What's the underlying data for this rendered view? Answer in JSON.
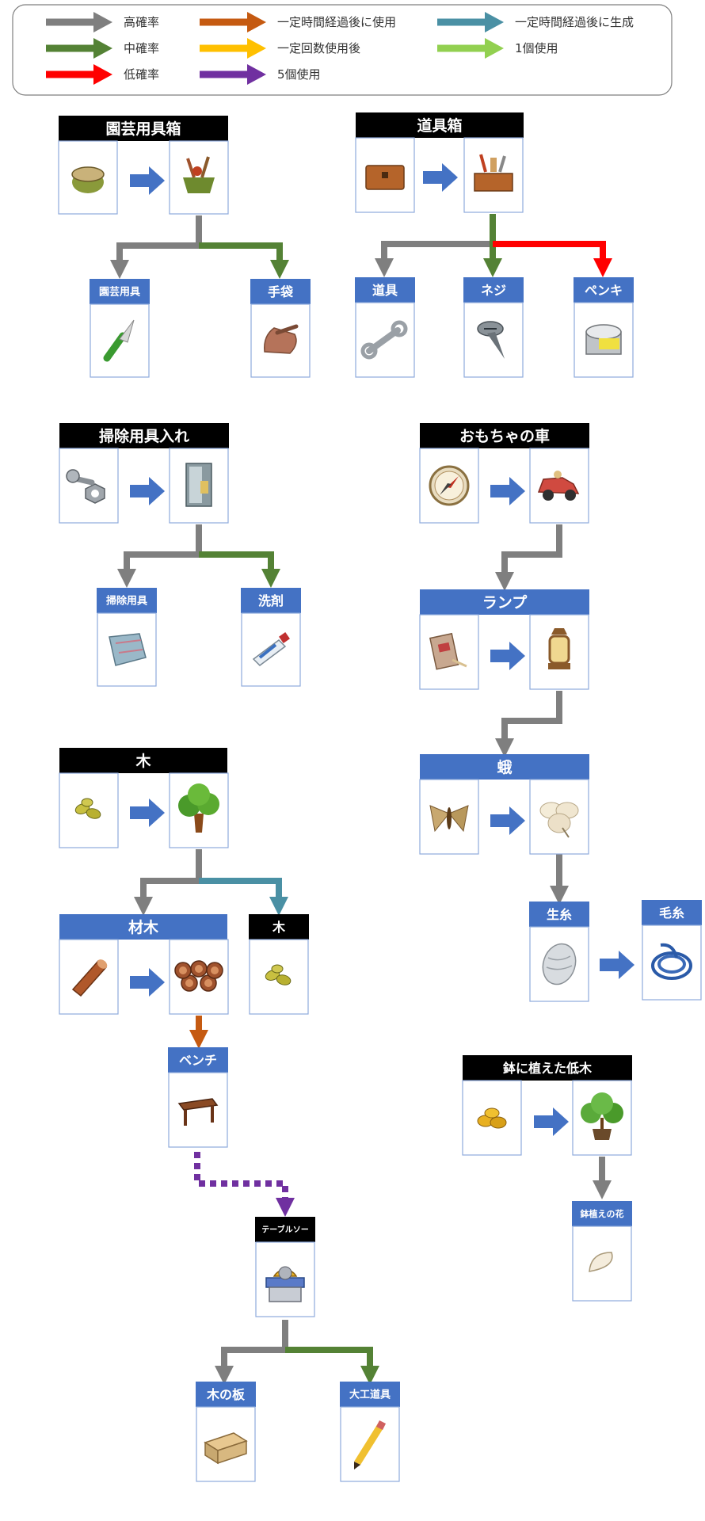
{
  "legend": [
    {
      "label": "高確率",
      "color": "#7f7f7f"
    },
    {
      "label": "中確率",
      "color": "#548235"
    },
    {
      "label": "低確率",
      "color": "#ff0000"
    },
    {
      "label": "一定時間経過後に使用",
      "color": "#c55a11"
    },
    {
      "label": "一定回数使用後",
      "color": "#ffc000"
    },
    {
      "label": "5個使用",
      "color": "#7030a0"
    },
    {
      "label": "一定時間経過後に生成",
      "color": "#4a90a4"
    },
    {
      "label": "1個使用",
      "color": "#92d050"
    }
  ],
  "colors": {
    "header_black": "#000000",
    "header_blue": "#4472c4",
    "cell_border": "#8eaadb",
    "arrow_blue": "#4472c4"
  },
  "headers": {
    "garden_box": "園芸用具箱",
    "toolbox": "道具箱",
    "garden_tool": "園芸用具",
    "gloves": "手袋",
    "tool": "道具",
    "screw": "ネジ",
    "paint": "ペンキ",
    "cleaning_box": "掃除用具入れ",
    "toy_car": "おもちゃの車",
    "cleaning_tool": "掃除用具",
    "detergent": "洗剤",
    "lamp": "ランプ",
    "tree": "木",
    "moth": "蛾",
    "lumber": "材木",
    "tree2": "木",
    "raw_silk": "生糸",
    "yarn": "毛糸",
    "bench": "ベンチ",
    "potted_shrub": "鉢に植えた低木",
    "potted_flower": "鉢植えの花",
    "table_saw": "テーブルソー",
    "wood_board": "木の板",
    "carpenter_tool": "大工道具"
  },
  "icons": {
    "seed-pot": "seed-pot-icon",
    "garden-basket": "garden-basket-icon",
    "trowel": "trowel-icon",
    "glove": "glove-icon",
    "chest": "chest-icon",
    "open-toolbox": "open-toolbox-icon",
    "wrench": "wrench-icon",
    "screw": "screw-icon",
    "paint-can": "paint-can-icon",
    "nut-bolt": "nut-bolt-icon",
    "cabinet": "cabinet-icon",
    "compass": "compass-icon",
    "toy-car": "toy-car-icon",
    "cloth": "cloth-icon",
    "toothpaste": "toothpaste-icon",
    "matchbox": "matchbox-icon",
    "lantern": "lantern-icon",
    "moth": "moth-icon",
    "flower-bloom": "flower-bloom-icon",
    "cocoon": "cocoon-icon",
    "yarn-coil": "yarn-coil-icon",
    "seeds": "seeds-icon",
    "tree": "tree-icon",
    "log": "log-icon",
    "log-pile": "log-pile-icon",
    "bench": "bench-icon",
    "gold-seeds": "gold-seeds-icon",
    "potted-tree": "potted-tree-icon",
    "white-seed": "white-seed-icon",
    "table-saw": "table-saw-icon",
    "wood-block": "wood-block-icon",
    "pencil": "pencil-icon"
  }
}
